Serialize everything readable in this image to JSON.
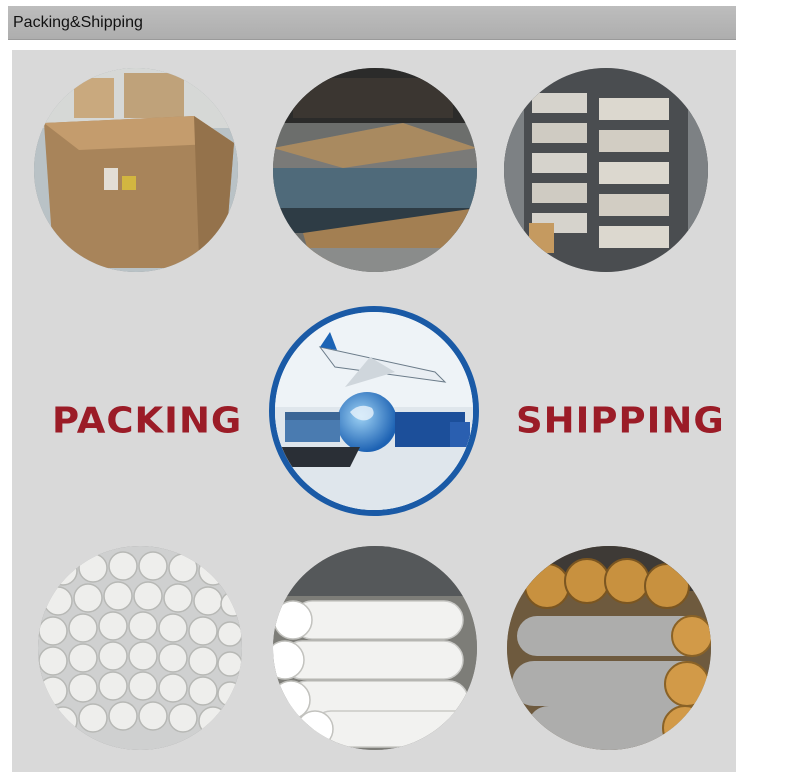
{
  "header": {
    "title": "Packing&Shipping"
  },
  "labels": {
    "packing": "PACKING",
    "shipping": "SHIPPING"
  },
  "colors": {
    "label_red": "#9b1c27",
    "ring_blue": "#1a5aa6",
    "panel_bg": "#d9d9d9",
    "header_bg": "#b5b5b5"
  },
  "photos": [
    {
      "name": "cardboard-box-photo"
    },
    {
      "name": "pallet-wrapped-photo"
    },
    {
      "name": "container-loaded-photo"
    },
    {
      "name": "airplane-globe-logistics-photo"
    },
    {
      "name": "packed-rolls-bundle-photo"
    },
    {
      "name": "white-rolls-warehouse-photo"
    },
    {
      "name": "film-wrapped-rolls-photo"
    }
  ]
}
